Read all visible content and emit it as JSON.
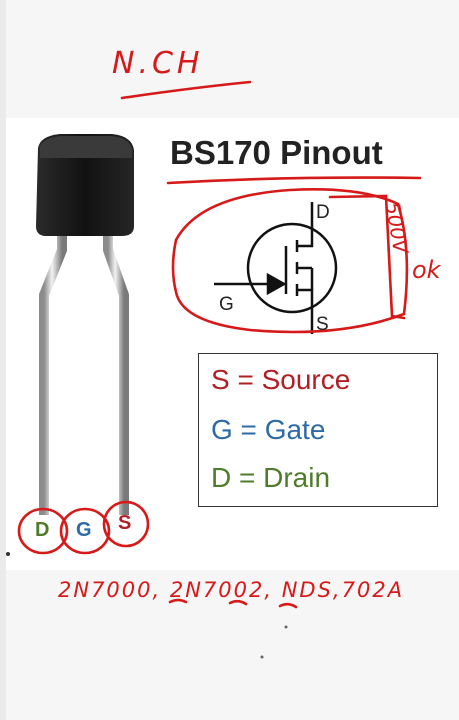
{
  "header_note": "N.CH",
  "diagram": {
    "title": "BS170 Pinout",
    "symbol_labels": {
      "drain": "D",
      "gate": "G",
      "source": "S"
    },
    "legend": [
      {
        "text": "S = Source",
        "color": "#b01f24"
      },
      {
        "text": "G = Gate",
        "color": "#2f6aa8"
      },
      {
        "text": "D = Drain",
        "color": "#4f7c2a"
      }
    ],
    "pins": [
      {
        "label": "D",
        "color": "#4f7c2a"
      },
      {
        "label": "G",
        "color": "#2f6aa8"
      },
      {
        "label": "S",
        "color": "#b01f24"
      }
    ]
  },
  "annotations": {
    "voltage": "500V",
    "status": "ok"
  },
  "footer_note": "2N7000, 2N7002, NDS,702A",
  "colors": {
    "ink": "#d61a1a",
    "package": "#1c1c1c"
  }
}
